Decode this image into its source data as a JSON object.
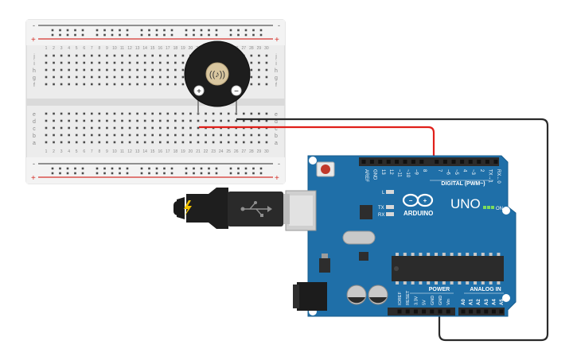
{
  "breadboard": {
    "rows_top": [
      "j",
      "i",
      "h",
      "g",
      "f"
    ],
    "rows_bottom": [
      "e",
      "d",
      "c",
      "b",
      "a"
    ],
    "column_numbers": [
      "1",
      "2",
      "3",
      "4",
      "5",
      "6",
      "7",
      "8",
      "9",
      "10",
      "11",
      "12",
      "13",
      "14",
      "15",
      "16",
      "17",
      "18",
      "19",
      "20",
      "21",
      "22",
      "23",
      "24",
      "25",
      "26",
      "27",
      "28",
      "29",
      "30"
    ],
    "rail_plus": "+",
    "rail_minus": "-"
  },
  "buzzer": {
    "plus_label": "+",
    "minus_label": "−",
    "sound_icon": "speaker-sound-icon"
  },
  "arduino": {
    "brand": "ARDUINO",
    "model": "UNO",
    "digital_header": "DIGITAL (PWM~)",
    "digital_pins": [
      "AREF",
      "GND",
      "13",
      "12",
      "~11",
      "~10",
      "~9",
      "8",
      "7",
      "~6",
      "~5",
      "4",
      "~3",
      "2",
      "TX→1",
      "RX←0"
    ],
    "led_l": "L",
    "led_tx": "TX",
    "led_rx": "RX",
    "on_label": "ON",
    "power_header": "POWER",
    "power_pins": [
      "IOREF",
      "RESET",
      "3.3V",
      "5V",
      "GND",
      "GND",
      "Vin"
    ],
    "analog_header": "ANALOG IN",
    "analog_pins": [
      "A0",
      "A1",
      "A2",
      "A3",
      "A4",
      "A5"
    ]
  },
  "usb": {
    "icon": "usb-icon",
    "bolt_icon": "lightning-bolt-icon"
  },
  "wires": {
    "red": "#e0201a",
    "black": "#2a2a2a"
  },
  "colors": {
    "board_blue": "#1f6fa8",
    "breadboard": "#e9e9e9",
    "rail_red": "#d4322c",
    "rail_dark": "#555555"
  }
}
